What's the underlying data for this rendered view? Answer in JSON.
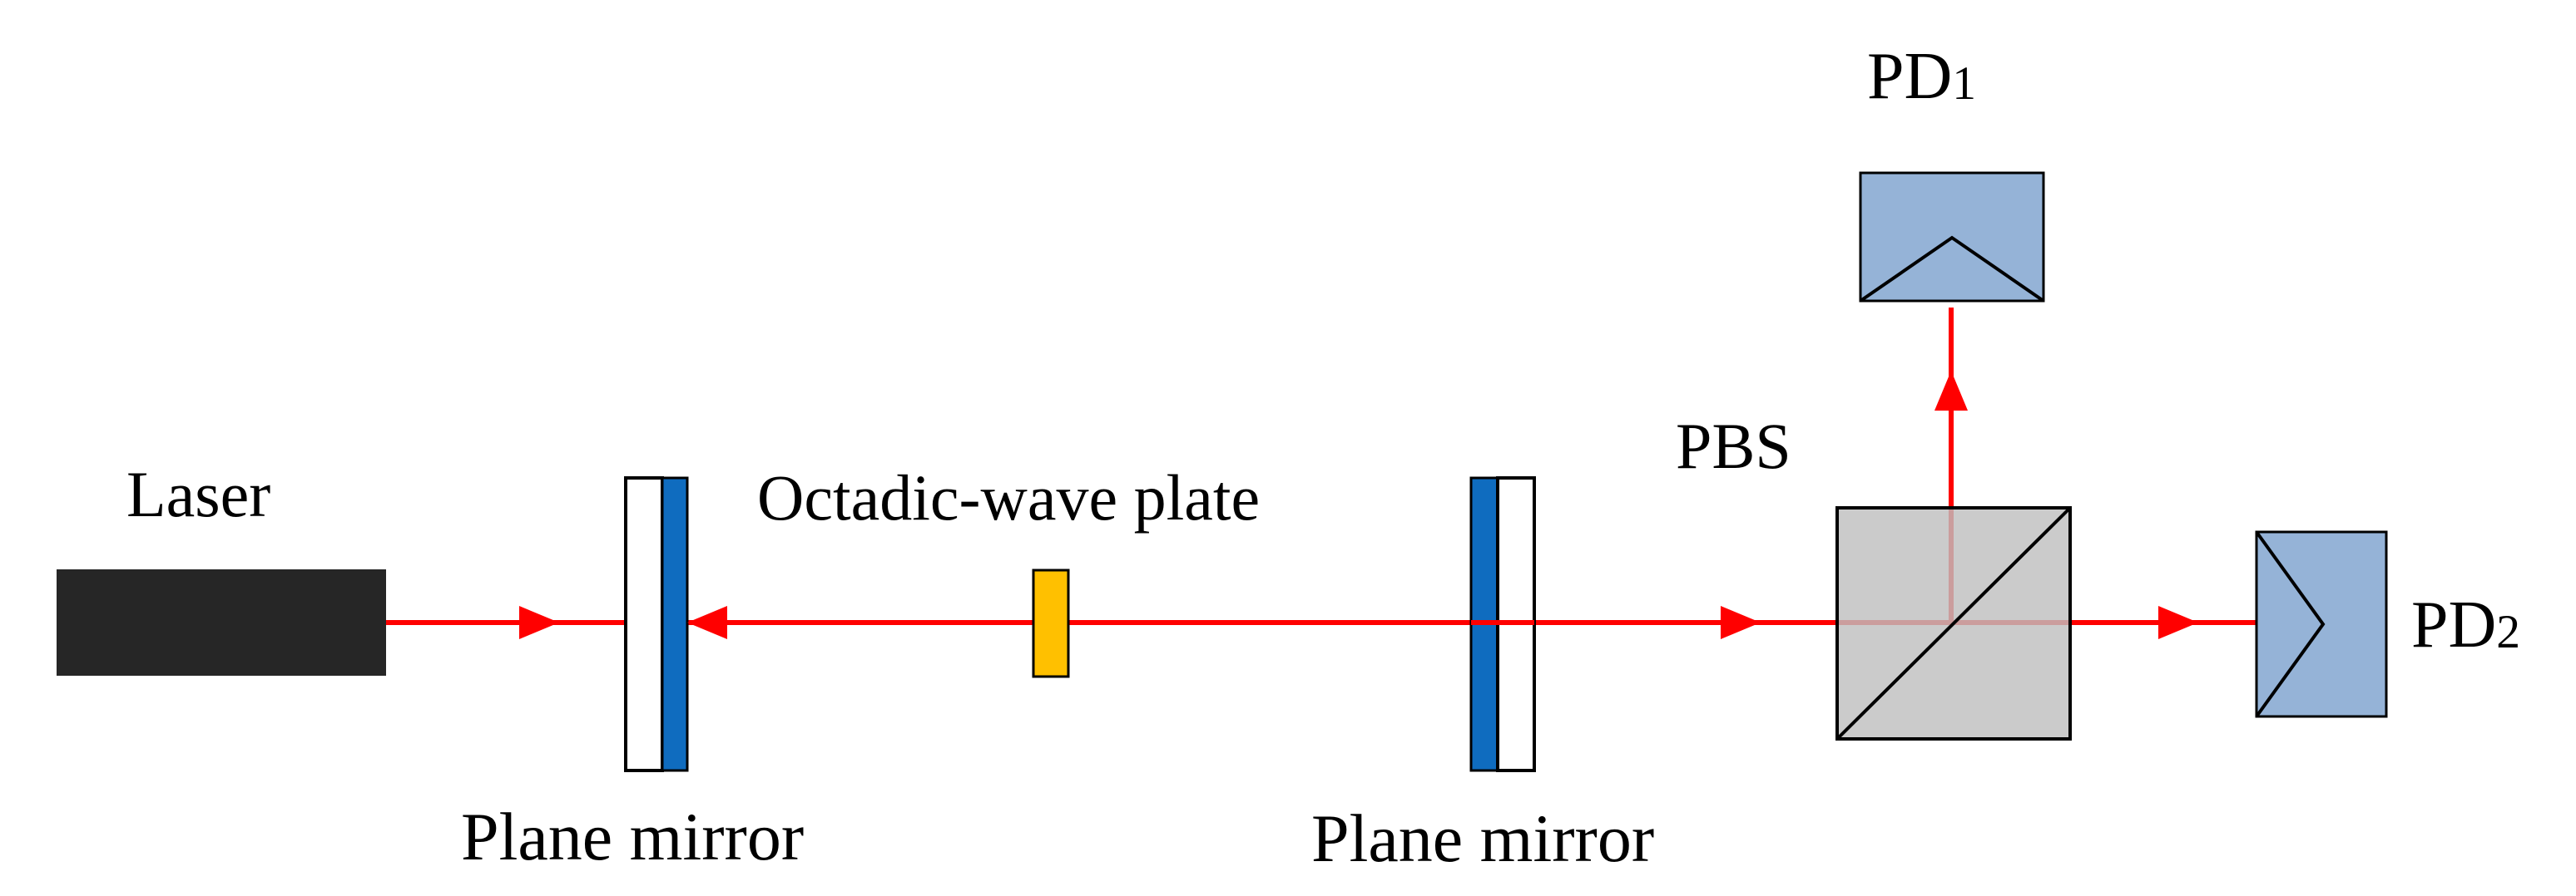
{
  "labels": {
    "laser": "Laser",
    "mirror_left": "Plane mirror",
    "wave_plate": "Octadic-wave plate",
    "mirror_right": "Plane mirror",
    "pbs": "PBS",
    "pd1_main": "PD",
    "pd1_sub": "1",
    "pd2_main": "PD",
    "pd2_sub": "2"
  },
  "colors": {
    "beam": "#ff0000",
    "laser_body": "#262626",
    "mirror_coating": "#0f6cbf",
    "wave_plate": "#ffc000",
    "pbs_body": "#bfbfbf",
    "detector": "#95b3d7"
  }
}
